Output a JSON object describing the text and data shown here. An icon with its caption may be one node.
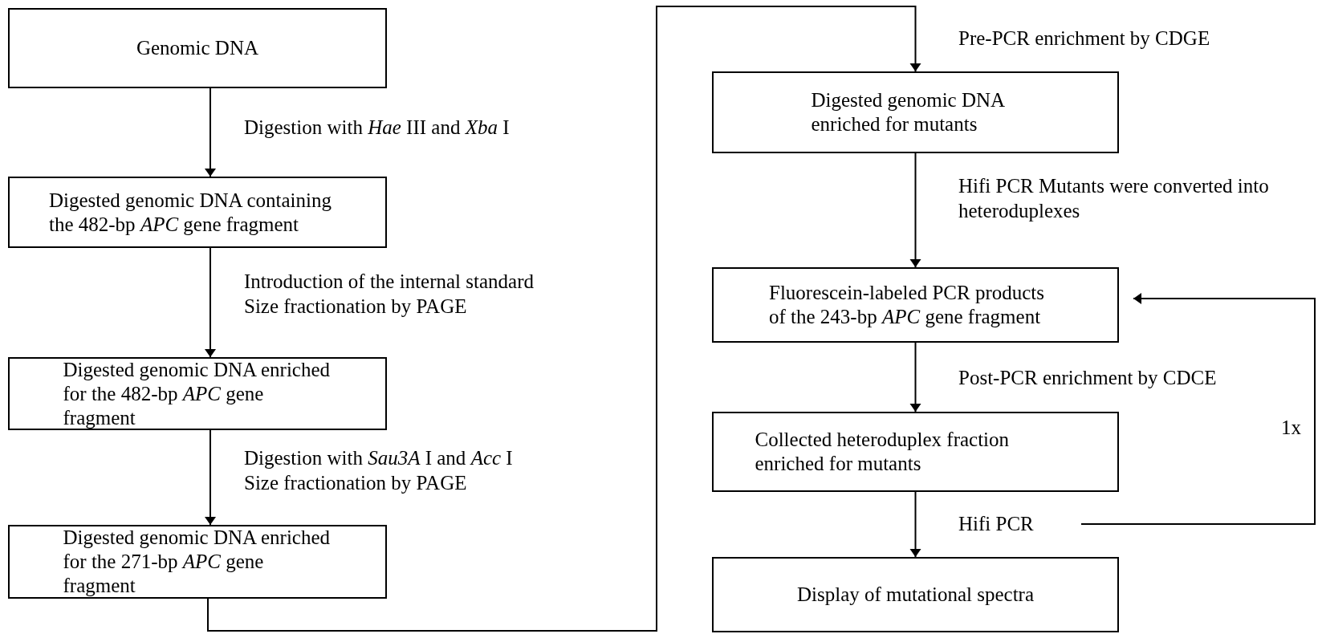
{
  "diagram": {
    "nodes": [
      {
        "text": [
          "Genomic DNA"
        ]
      },
      {
        "text": [
          "Digested genomic DNA containing the 482-bp *APC* gene fragment"
        ]
      },
      {
        "text": [
          "Digested genomic DNA enriched for the 482-bp *APC* gene fragment"
        ]
      },
      {
        "text": [
          "Digested genomic DNA enriched for the 271-bp *APC* gene fragment"
        ]
      },
      {
        "text": [
          "Digested genomic DNA enriched for mutants"
        ]
      },
      {
        "text": [
          "Fluorescein-labeled PCR products of the 243-bp *APC* gene fragment"
        ]
      },
      {
        "text": [
          "Collected heteroduplex fraction enriched for mutants"
        ]
      },
      {
        "text": [
          "Display of mutational spectra"
        ]
      },
      {
        "text": [
          "Hifi PCR"
        ]
      }
    ],
    "edges": [
      {
        "from": 0,
        "to": 1,
        "arrow": "to",
        "label": "Digestion with *Hae* III and *Xba* I"
      },
      {
        "from": 1,
        "to": 2,
        "arrow": "to",
        "label": "Introduction of the internal standard Size fractionation by PAGE"
      },
      {
        "from": 2,
        "to": 3,
        "arrow": "to",
        "label": "Digestion with *Sau3A* I and *Acc* I Size fractionation by PAGE"
      },
      {
        "from": 3,
        "to": 4,
        "arrow": "to",
        "label": "Pre-PCR enrichment by CDGE"
      },
      {
        "from": 4,
        "to": 5,
        "arrow": "to",
        "label": "Hifi PCR Mutants were converted into heteroduplexes"
      },
      {
        "from": 5,
        "to": 6,
        "arrow": "to",
        "label": "Post-PCR enrichment by CDCE"
      },
      {
        "from": 6,
        "to": 7,
        "arrow": "to"
      },
      {
        "from": 8,
        "to": 5,
        "arrow": "to",
        "label": "1x"
      }
    ]
  }
}
